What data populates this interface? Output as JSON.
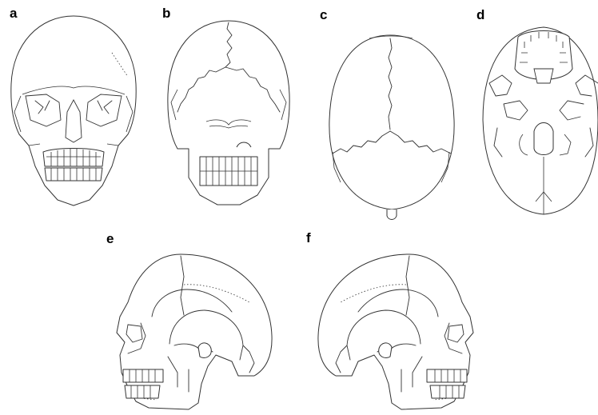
{
  "figure": {
    "panels": [
      {
        "label": "a",
        "icon": "skull-anterior-view-icon"
      },
      {
        "label": "b",
        "icon": "skull-posterior-view-icon"
      },
      {
        "label": "c",
        "icon": "skull-superior-view-icon"
      },
      {
        "label": "d",
        "icon": "skull-inferior-view-icon"
      },
      {
        "label": "e",
        "icon": "skull-left-lateral-view-icon"
      },
      {
        "label": "f",
        "icon": "skull-right-lateral-view-icon"
      }
    ]
  }
}
